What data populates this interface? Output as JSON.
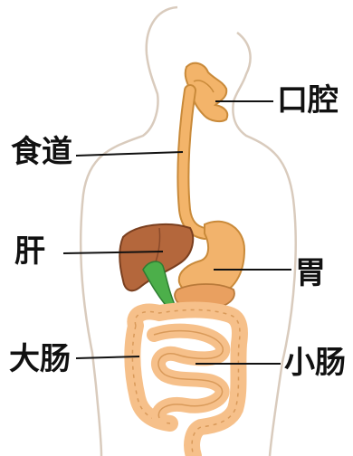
{
  "labels": {
    "mouth": "口腔",
    "esophagus": "食道",
    "liver": "肝",
    "stomach": "胃",
    "large_intestine": "大肠",
    "small_intestine": "小肠"
  },
  "colors": {
    "body_outline": "#d9cbbd",
    "digestive_tract": "#f3b46a",
    "tract_outline": "#c98a3a",
    "liver": "#b4673c",
    "gallbladder": "#4caf4a",
    "stomach": "#f2b36c",
    "pancreas": "#e9a060",
    "intestine": "#f6c08a",
    "leader_line": "#111111",
    "label_text": "#111111"
  }
}
